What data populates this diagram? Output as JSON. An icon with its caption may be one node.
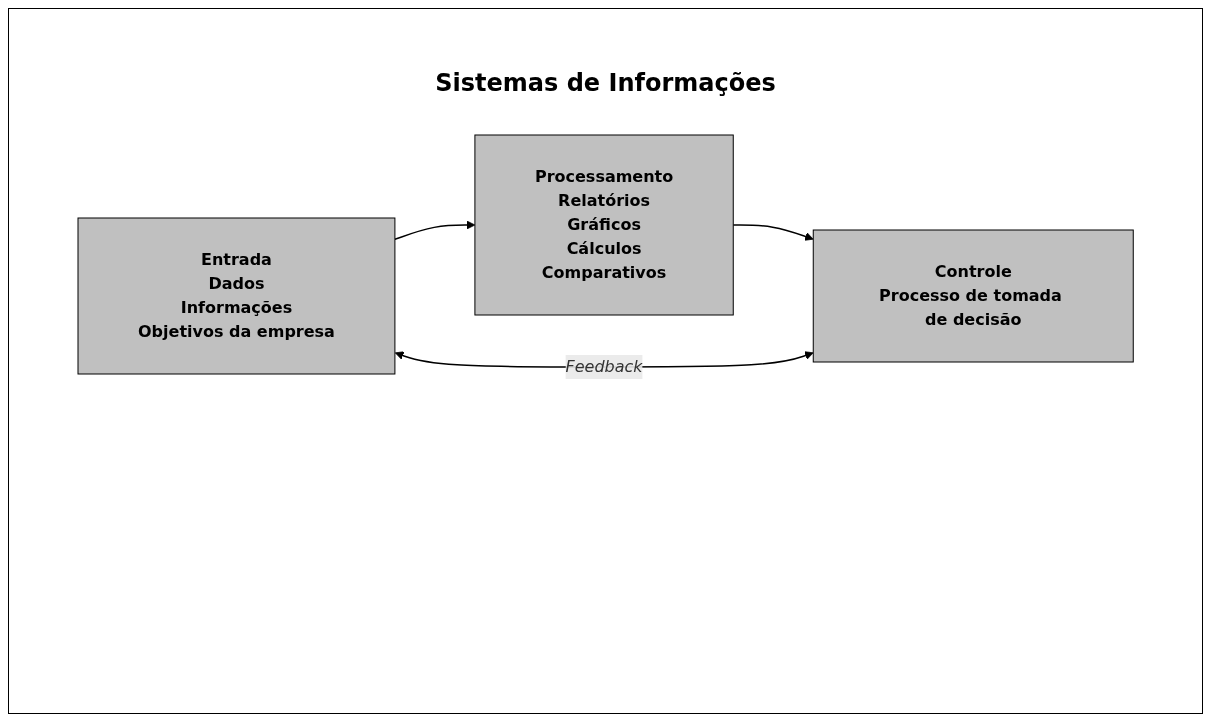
{
  "diagram": {
    "title": "Sistemas de Informações",
    "nodes": [
      {
        "text": [
          "Entrada",
          "Dados",
          "Informações",
          "Objetivos da empresa"
        ]
      },
      {
        "text": [
          "Processamento",
          "Relatórios",
          "Gráficos",
          "Cálculos",
          "Comparativos"
        ]
      },
      {
        "text": [
          "Controle",
          "Processo de tomada de decisão"
        ]
      }
    ],
    "edges": [
      {
        "from": 0,
        "to": 1,
        "arrow": "to"
      },
      {
        "from": 1,
        "to": 2,
        "arrow": "to"
      },
      {
        "from": 0,
        "to": 2,
        "arrow": "both",
        "label": "Feedback"
      }
    ]
  }
}
